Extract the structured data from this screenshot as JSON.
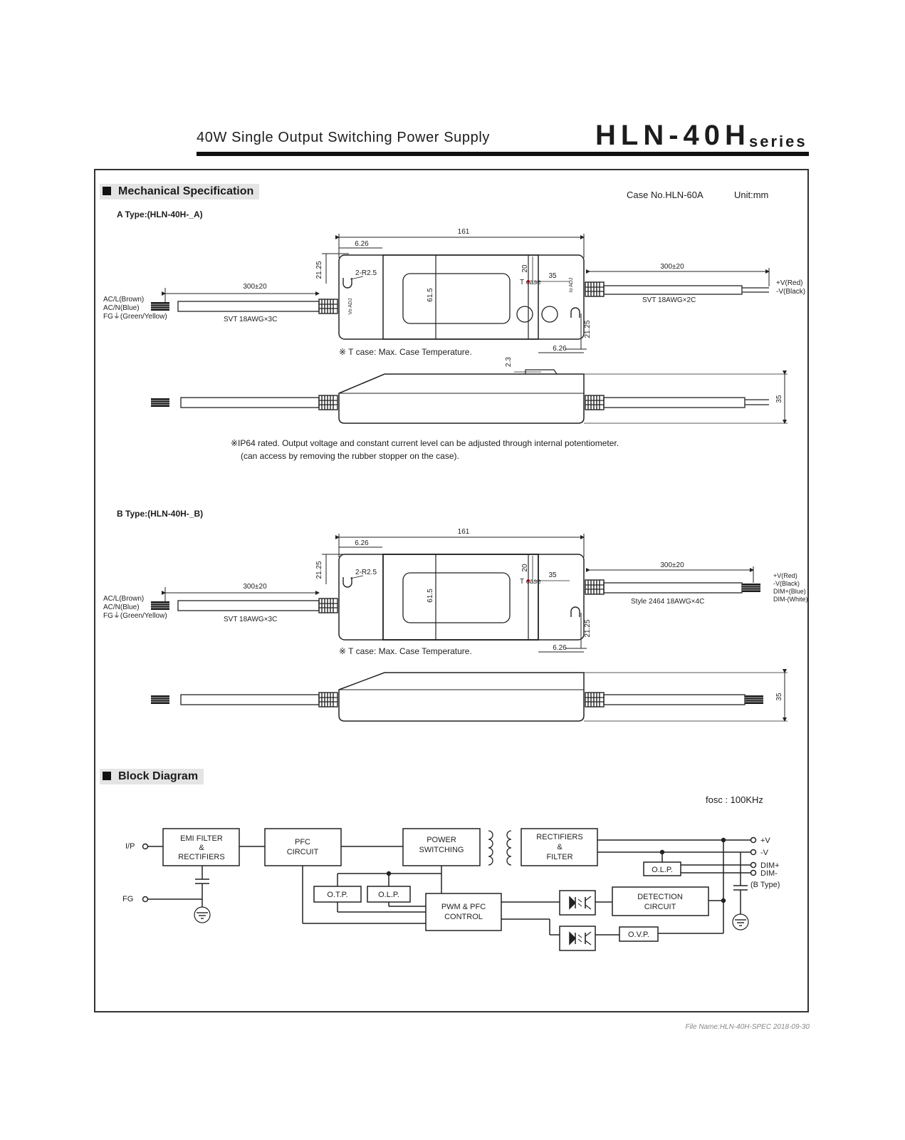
{
  "header": {
    "subtitle": "40W Single Output Switching Power Supply",
    "model": "HLN-40H",
    "series": "series"
  },
  "mechanical": {
    "section_title": "Mechanical Specification",
    "case_no": "Case No.HLN-60A",
    "unit": "Unit:mm",
    "a_type": {
      "title": "A Type:(HLN-40H-_A)",
      "dim_length": "161",
      "dim_626_top": "6.26",
      "dim_2125_left": "21.25",
      "dim_radius": "2-R2.5",
      "dim_20": "20",
      "dim_35": "35",
      "dim_615": "61.5",
      "dim_2125_right": "21.25",
      "dim_626_bottom": "6.26",
      "cable_in_len": "300±20",
      "cable_out_len": "300±20",
      "in_wires": [
        "AC/L(Brown)",
        "AC/N(Blue)",
        "FG⏚(Green/Yellow)"
      ],
      "in_cable": "SVT 18AWG×3C",
      "out_wires": [
        "+V(Red)",
        "-V(Black)"
      ],
      "out_cable": "SVT 18AWG×2C",
      "tcase": "T case",
      "tcase_note": "※ T case: Max. Case Temperature.",
      "side_dim_23": "2.3",
      "side_dim_35": "35",
      "pot_left": "Vo ADJ",
      "pot_right": "Io ADJ",
      "note_1": "※IP64 rated. Output voltage and constant current level can be adjusted through internal potentiometer.",
      "note_2": "(can access by removing the rubber stopper on the case)."
    },
    "b_type": {
      "title": "B Type:(HLN-40H-_B)",
      "dim_length": "161",
      "dim_626_top": "6.26",
      "dim_2125_left": "21.25",
      "dim_radius": "2-R2.5",
      "dim_20": "20",
      "dim_35": "35",
      "dim_615": "61.5",
      "dim_2125_right": "21.25",
      "dim_626_bottom": "6.26",
      "cable_in_len": "300±20",
      "cable_out_len": "300±20",
      "in_wires": [
        "AC/L(Brown)",
        "AC/N(Blue)",
        "FG⏚(Green/Yellow)"
      ],
      "in_cable": "SVT 18AWG×3C",
      "out_wires": [
        "+V(Red)",
        "-V(Black)",
        "DIM+(Blue)",
        "DIM-(White)"
      ],
      "out_cable": "Style 2464 18AWG×4C",
      "tcase": "T case",
      "tcase_note": "※ T case: Max. Case Temperature.",
      "side_dim_35": "35"
    }
  },
  "block_diagram": {
    "section_title": "Block Diagram",
    "fosc": "fosc :  100KHz",
    "ip_label": "I/P",
    "fg_label": "FG",
    "blocks": {
      "emi": [
        "EMI FILTER",
        "&",
        "RECTIFIERS"
      ],
      "pfc": [
        "PFC",
        "CIRCUIT"
      ],
      "power": [
        "POWER",
        "SWITCHING"
      ],
      "rect": [
        "RECTIFIERS",
        "&",
        "FILTER"
      ],
      "olp_out": "O.L.P.",
      "otp": "O.T.P.",
      "olp_in": "O.L.P.",
      "pwm": [
        "PWM & PFC",
        "CONTROL"
      ],
      "detect": [
        "DETECTION",
        "CIRCUIT"
      ],
      "ovp": "O.V.P."
    },
    "outputs": [
      "+V",
      "-V",
      "DIM+",
      "DIM-"
    ],
    "b_type_note": "(B Type)"
  },
  "footer": {
    "file": "File Name:HLN-40H-SPEC   2018-09-30"
  }
}
